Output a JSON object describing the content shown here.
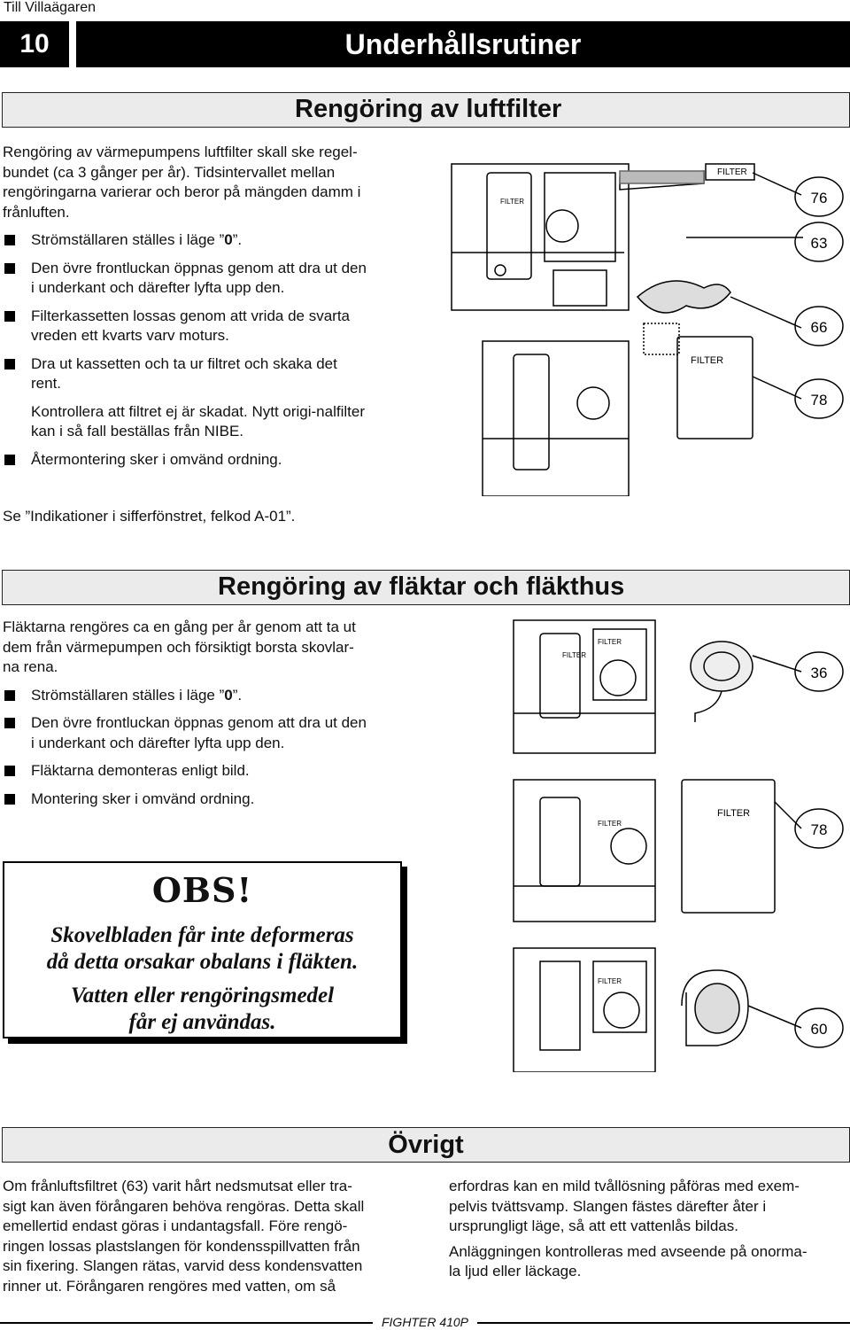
{
  "header": {
    "top_tag": "Till Villaägaren",
    "page_number": "10",
    "title": "Underhållsrutiner"
  },
  "section1": {
    "title": "Rengöring av luftfilter",
    "intro": "Rengöring av värmepumpens luftfilter skall ske regel-bundet (ca 3 gånger per år). Tidsintervallet mellan rengöringarna varierar och beror på mängden damm i frånluften.",
    "intro_lines": [
      "Rengöring av värmepumpens luftfilter skall ske regel-",
      "bundet (ca 3 gånger per år). Tidsintervallet mellan",
      "rengöringarna varierar och beror på mängden damm i",
      "frånluften."
    ],
    "b1_prefix": "Strömställaren ställes i läge ”",
    "b1_bold": "0",
    "b1_suffix": "”.",
    "b2_lines": [
      "Den övre frontluckan öppnas genom att dra ut den",
      "i underkant och därefter lyfta upp den."
    ],
    "b3_lines": [
      "Filterkassetten lossas genom att vrida de svarta",
      "vreden ett kvarts varv moturs."
    ],
    "b4_lines": [
      "Dra ut kassetten och ta ur filtret och skaka det",
      "rent."
    ],
    "p2_lines": [
      "Kontrollera att filtret ej är skadat. Nytt origi-nalfilter",
      "kan i så fall beställas från NIBE."
    ],
    "b5": "Återmontering sker i omvänd ordning.",
    "see_also": "Se ”Indikationer i sifferfönstret, felkod A-01”."
  },
  "figure1": {
    "filter_label": "FILTER",
    "callouts": [
      "76",
      "63",
      "66",
      "78"
    ]
  },
  "section2": {
    "title": "Rengöring av fläktar och fläkthus",
    "intro_lines": [
      "Fläktarna rengöres ca en gång per år genom att ta ut",
      "dem från värmepumpen och försiktigt borsta skovlar-",
      "na rena."
    ],
    "b1_prefix": "Strömställaren ställes i läge ”",
    "b1_bold": "0",
    "b1_suffix": "”.",
    "b2_lines": [
      "Den övre frontluckan öppnas genom att dra ut den",
      "i underkant och därefter lyfta upp den."
    ],
    "b3": "Fläktarna demonteras enligt bild.",
    "b4": "Montering sker i omvänd ordning."
  },
  "figure2": {
    "filter_label": "FILTER",
    "callouts": [
      "36",
      "78",
      "60"
    ]
  },
  "obs": {
    "heading": "OBS!",
    "line1": "Skovelbladen får inte deformeras",
    "line2": "då detta orsakar obalans i fläkten.",
    "line3": "Vatten eller rengöringsmedel",
    "line4": "får ej användas."
  },
  "section3": {
    "title": "Övrigt",
    "col1_lines": [
      "Om frånluftsfiltret (63) varit hårt nedsmutsat eller tra-",
      "sigt kan även förångaren behöva rengöras. Detta skall",
      "emellertid endast göras i undantagsfall. Före rengö-",
      "ringen lossas plastslangen för kondensspillvatten från",
      "sin fixering. Slangen rätas, varvid dess kondensvatten",
      "rinner ut. Förångaren rengöres med vatten, om så"
    ],
    "col2_p1_lines": [
      "erfordras kan en mild tvållösning påföras med exem-",
      "pelvis tvättsvamp. Slangen fästes därefter åter i",
      "ursprungligt läge, så att ett vattenlås bildas."
    ],
    "col2_p2_lines": [
      "Anläggningen kontrolleras med avseende på onorma-",
      "la ljud eller läckage."
    ]
  },
  "footer": {
    "model": "FIGHTER 410P"
  }
}
